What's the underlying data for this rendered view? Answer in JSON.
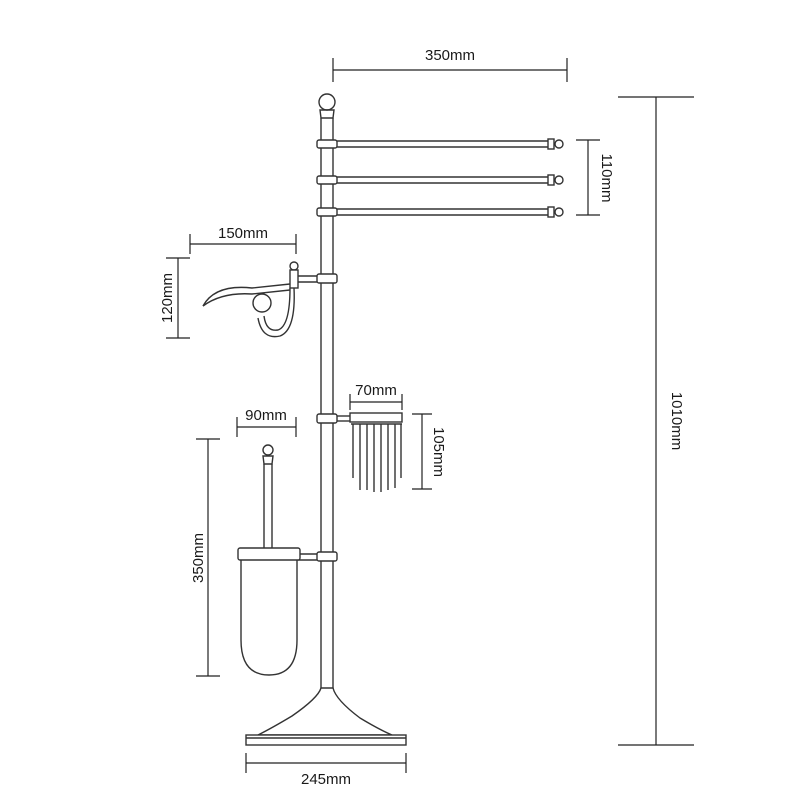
{
  "dimensions": {
    "arm_length": "350mm",
    "arm_spacing": "110mm",
    "total_height": "1010mm",
    "paper_holder_width": "150mm",
    "paper_holder_height": "120mm",
    "basket_width": "70mm",
    "basket_height": "105mm",
    "brush_width": "90mm",
    "brush_height": "350mm",
    "base_width": "245mm"
  }
}
